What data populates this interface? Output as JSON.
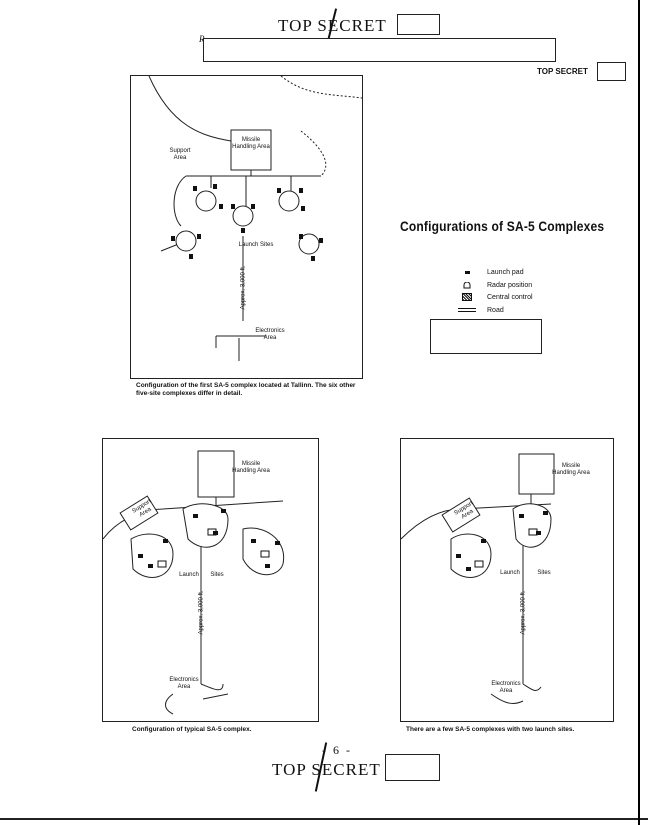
{
  "header": {
    "classification": "TOP SECRET",
    "small_classification": "TOP SECRET",
    "fragment": "R"
  },
  "page": {
    "number": "- 6 -"
  },
  "legend": {
    "title": "Configurations of SA-5 Complexes",
    "items": [
      {
        "symbol": "launch-pad",
        "label": "Launch pad"
      },
      {
        "symbol": "radar-position",
        "label": "Radar position"
      },
      {
        "symbol": "central-control",
        "label": "Central control"
      },
      {
        "symbol": "road",
        "label": "Road"
      }
    ]
  },
  "maps": {
    "tallinn": {
      "caption": "Configuration of the first SA-5 complex located at Tallinn. The six other five-site complexes differ in detail.",
      "missile_area": "Missile Handling Area",
      "support_area": "Support Area",
      "launch_sites": "Launch Sites",
      "distance": "Approx. 3,000 ft.",
      "electronics_area": "Electronics Area"
    },
    "typical": {
      "caption": "Configuration of typical SA-5 complex.",
      "missile_area": "Missile Handling Area",
      "support_area": "Support Area",
      "launch_sites_1": "Launch",
      "launch_sites_2": "Sites",
      "distance": "Approx. 3,000 ft.",
      "electronics_area": "Electronics Area"
    },
    "two_site": {
      "caption": "There are a few SA-5 complexes with two launch sites.",
      "missile_area": "Missile Handling Area",
      "support_area": "Support Area",
      "launch_sites_1": "Launch",
      "launch_sites_2": "Sites",
      "distance": "Approx. 3,000 ft.",
      "electronics_area": "Electronics Area"
    }
  },
  "colors": {
    "ink": "#111111",
    "paper": "#ffffff"
  }
}
